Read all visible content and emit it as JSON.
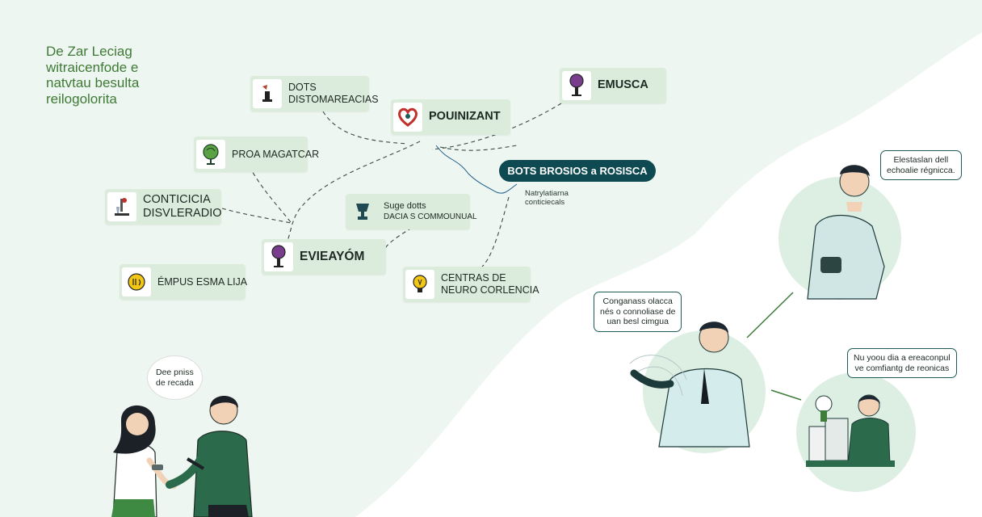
{
  "headline": [
    "De Zar Leciag",
    "witraicenfode e",
    "natvtau besulta",
    "reilogolorita"
  ],
  "nodes": {
    "dots": [
      "DOTS",
      "DISTOMAREACIAS"
    ],
    "pouinizant": "POUINIZANT",
    "emusca": "EMUSCA",
    "proa": "PROA MAGATCAR",
    "conticicia": [
      "CONTICICIA",
      "DISVLERADIO"
    ],
    "suge": [
      "Suge dotts",
      "DACIA S COMMOUNUAL"
    ],
    "evieayom": "EVIEAYÓM",
    "empus": "ÉMPUS ESMA LIJA",
    "centras": [
      "CENTRAS DE",
      "NEURO CORLENCIA"
    ]
  },
  "pill": "BOTS BROSIOS a ROSISCA",
  "note": [
    "Natrylatiarna",
    "conticiecals"
  ],
  "bubbles": {
    "top_right": [
      "Elestaslan dell",
      "echoalie régnicca."
    ],
    "middle": [
      "Conganass olacca",
      "nés o connoliase de",
      "uan besl cimgua"
    ],
    "lower_right": [
      "Nu yoou dia a ereaconpul",
      "ve comfiantg de reonicas"
    ],
    "left": [
      "Dee pniss",
      "de recada"
    ]
  },
  "colors": {
    "background": "#eef6f1",
    "node": "#dcecdc",
    "pill": "#0f4a52",
    "headline": "#3f7a35",
    "bubble_border": "#1e5a57"
  },
  "icons": {
    "dots": "chess-icon",
    "pouinizant": "heart-icon",
    "emusca": "purple-bulb-icon",
    "proa": "globe-tree-icon",
    "conticicia": "lab-equipment-icon",
    "suge": "trophy-icon",
    "evieayom": "purple-bulb-icon",
    "empus": "yellow-coin-icon",
    "centras": "lightbulb-icon"
  }
}
